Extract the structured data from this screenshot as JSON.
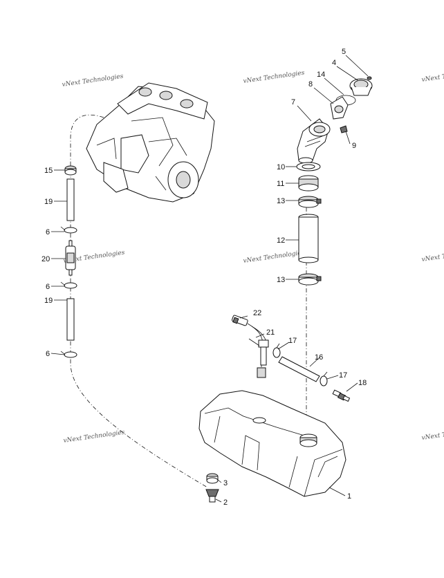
{
  "callouts": {
    "c1": "1",
    "c2": "2",
    "c3": "3",
    "c4": "4",
    "c5": "5",
    "c6a": "6",
    "c6b": "6",
    "c6c": "6",
    "c7": "7",
    "c8": "8",
    "c9": "9",
    "c10": "10",
    "c11": "11",
    "c12": "12",
    "c13a": "13",
    "c13b": "13",
    "c14": "14",
    "c15": "15",
    "c16": "16",
    "c17a": "17",
    "c17b": "17",
    "c18": "18",
    "c19a": "19",
    "c19b": "19",
    "c20": "20",
    "c21": "21",
    "c22": "22"
  },
  "watermark": {
    "text": "vNext Technologies"
  },
  "icons": {
    "engine": "engine-block-icon",
    "fuel_tank": "fuel-tank-icon",
    "filter": "fuel-filter-icon"
  }
}
